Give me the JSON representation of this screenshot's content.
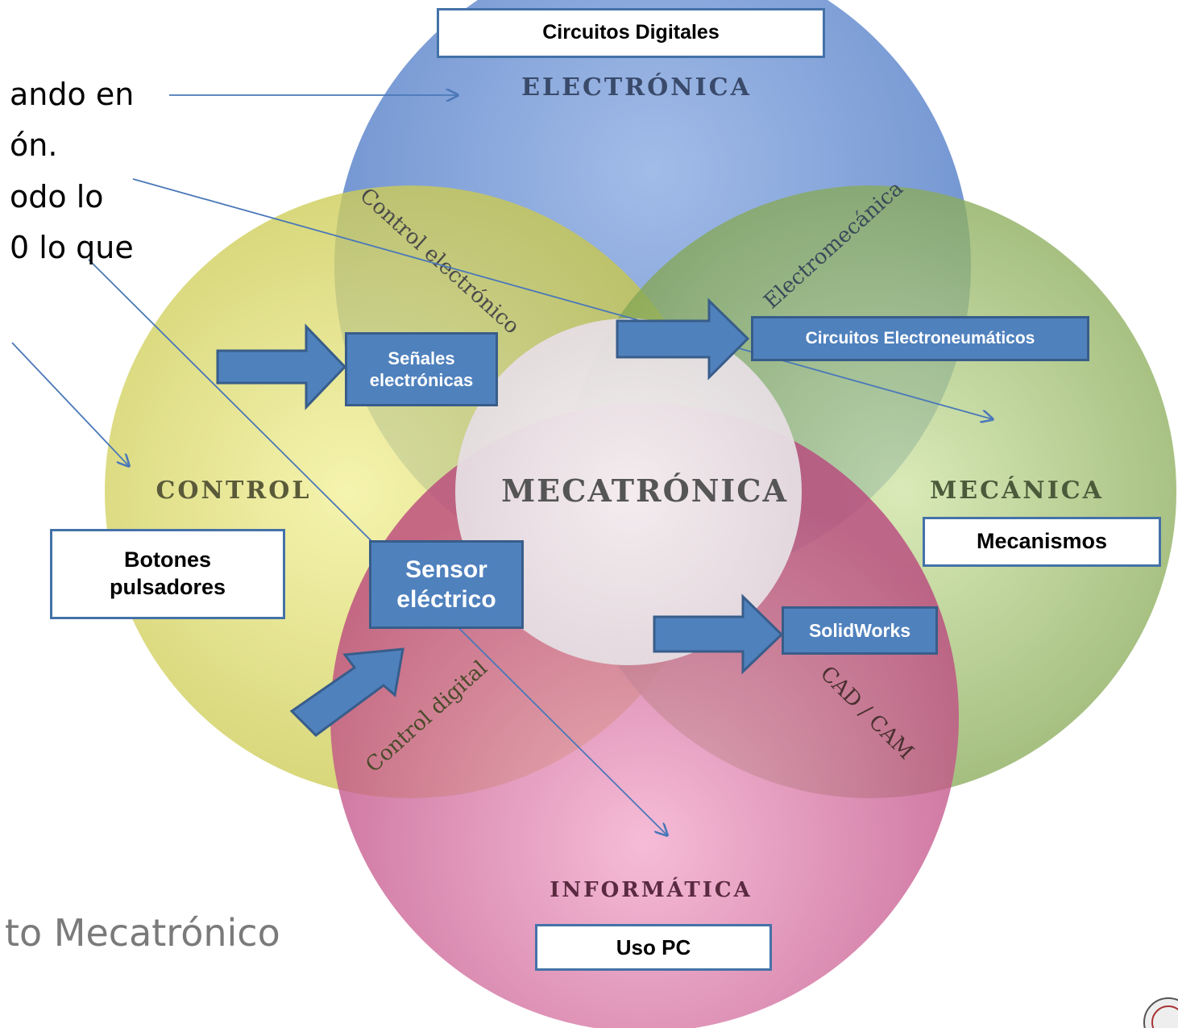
{
  "slide_text_lines": [
    "ando en",
    "ón.",
    "odo lo",
    "0 lo que"
  ],
  "slide_title": "to Mecatrónico",
  "circles": {
    "electronica": {
      "label": "ELECTRÓNICA",
      "color": "#6f93d6"
    },
    "control": {
      "label": "CONTROL",
      "color": "#d6d35e"
    },
    "mecanica": {
      "label": "MECÁNICA",
      "color": "#8fae5c"
    },
    "informatica": {
      "label": "INFORMÁTICA",
      "color": "#cf5a92"
    },
    "center": {
      "label": "MECATRÓNICA",
      "color": "#ede6ea"
    }
  },
  "overlaps": {
    "control_electronico": "Control electrónico",
    "electromecanica": "Electromecánica",
    "control_digital": "Control digital",
    "cad_cam": "CAD / CAM"
  },
  "boxes": {
    "circuitos_digitales": "Circuitos Digitales",
    "senales_line1": "Señales",
    "senales_line2": "electrónicas",
    "circuitos_electroneumaticos": "Circuitos Electroneumáticos",
    "mecanismos": "Mecanismos",
    "botones_line1": "Botones",
    "botones_line2": "pulsadores",
    "sensor_line1": "Sensor",
    "sensor_line2": "eléctrico",
    "solidworks": "SolidWorks",
    "uso_pc": "Uso PC"
  },
  "colors": {
    "box_blue": "#4f81bd",
    "arrow_line": "#4a78b8"
  }
}
